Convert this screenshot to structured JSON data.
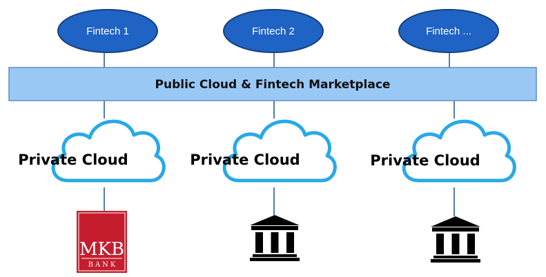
{
  "fintechs": [
    {
      "label": "Fintech 1"
    },
    {
      "label": "Fintech 2"
    },
    {
      "label": "Fintech ..."
    }
  ],
  "marketplace": {
    "label": "Public Cloud & Fintech Marketplace"
  },
  "clouds": [
    {
      "label": "Private Cloud"
    },
    {
      "label": "Private Cloud"
    },
    {
      "label": "Private Cloud"
    }
  ],
  "banks": [
    {
      "type": "mkb-logo",
      "logo_text": "MKB",
      "logo_subtext": "BANK",
      "color": "#c41e2e"
    },
    {
      "type": "bank-icon"
    },
    {
      "type": "bank-icon"
    }
  ],
  "colors": {
    "ellipse_fill": "#1f63c4",
    "ellipse_stroke": "#17407e",
    "bar_fill": "#99c8f5",
    "bar_stroke": "#5a8cc8",
    "cloud_stroke": "#28a8ea",
    "connector": "#1a4f9a"
  }
}
